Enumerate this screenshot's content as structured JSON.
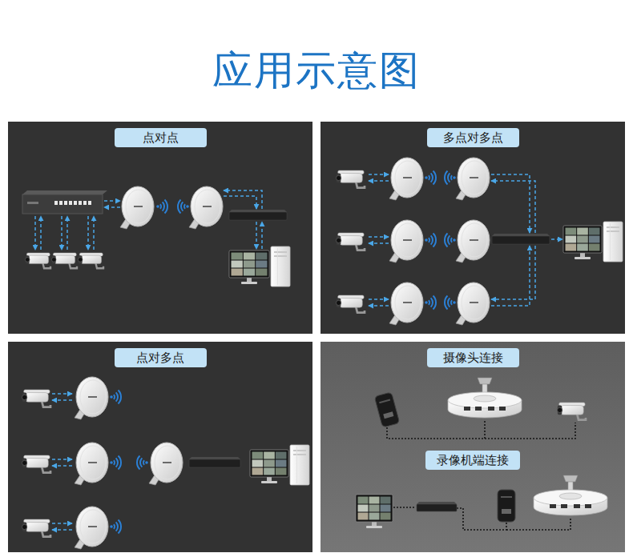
{
  "diagram": {
    "title": "应用示意图",
    "nodes": [
      {
        "text": [
          "点对点"
        ]
      },
      {
        "text": [
          "多点对多点"
        ]
      },
      {
        "text": [
          "点对多点"
        ]
      },
      {
        "text": [
          "摄像头连接"
        ]
      },
      {
        "text": [
          "录像机端连接"
        ]
      }
    ]
  }
}
